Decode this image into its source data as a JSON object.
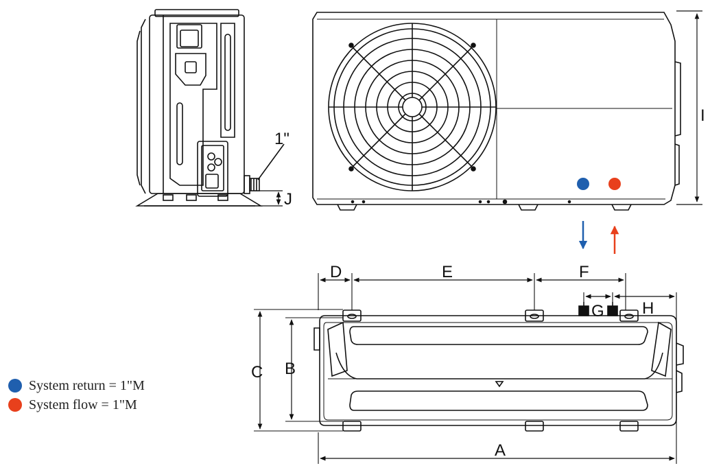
{
  "colors": {
    "return": "#1f5fae",
    "flow": "#e8401c",
    "line": "#111111"
  },
  "side_view": {
    "connection_label": "1\"",
    "height_label": "J"
  },
  "front_view": {
    "height_label": "I"
  },
  "top_view": {
    "labels": {
      "A": "A",
      "B": "B",
      "C": "C",
      "D": "D",
      "E": "E",
      "F": "F",
      "G": "G",
      "H": "H"
    }
  },
  "legend": [
    {
      "icon": "blue-dot-icon",
      "color": "#1f5fae",
      "label": "System return = 1\"M"
    },
    {
      "icon": "red-dot-icon",
      "color": "#e8401c",
      "label": "System flow = 1\"M"
    }
  ]
}
